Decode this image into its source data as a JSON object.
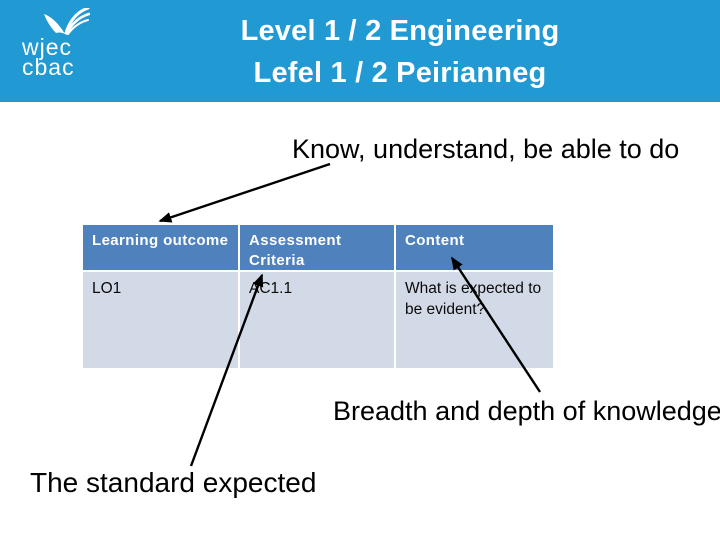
{
  "banner": {
    "logo_line1": "wjec",
    "logo_line2": "cbac",
    "title_line1": "Level 1 / 2 Engineering",
    "title_line2": "Lefel 1 / 2 Peirianneg"
  },
  "annotations": {
    "know": "Know, understand, be able to do",
    "breadth": "Breadth and depth of knowledge",
    "standard": "The standard expected"
  },
  "table": {
    "columns": [
      "Learning outcome",
      "Assessment Criteria",
      "Content"
    ],
    "rows": [
      [
        "LO1",
        "AC1.1",
        "What is expected to be evident?"
      ]
    ]
  },
  "colors": {
    "banner_blue": "#2199D3",
    "table_header_blue": "#4F81BD",
    "table_row_blue": "#D3DAE7",
    "title_white": "#FFFFFF",
    "text_black": "#000000"
  }
}
